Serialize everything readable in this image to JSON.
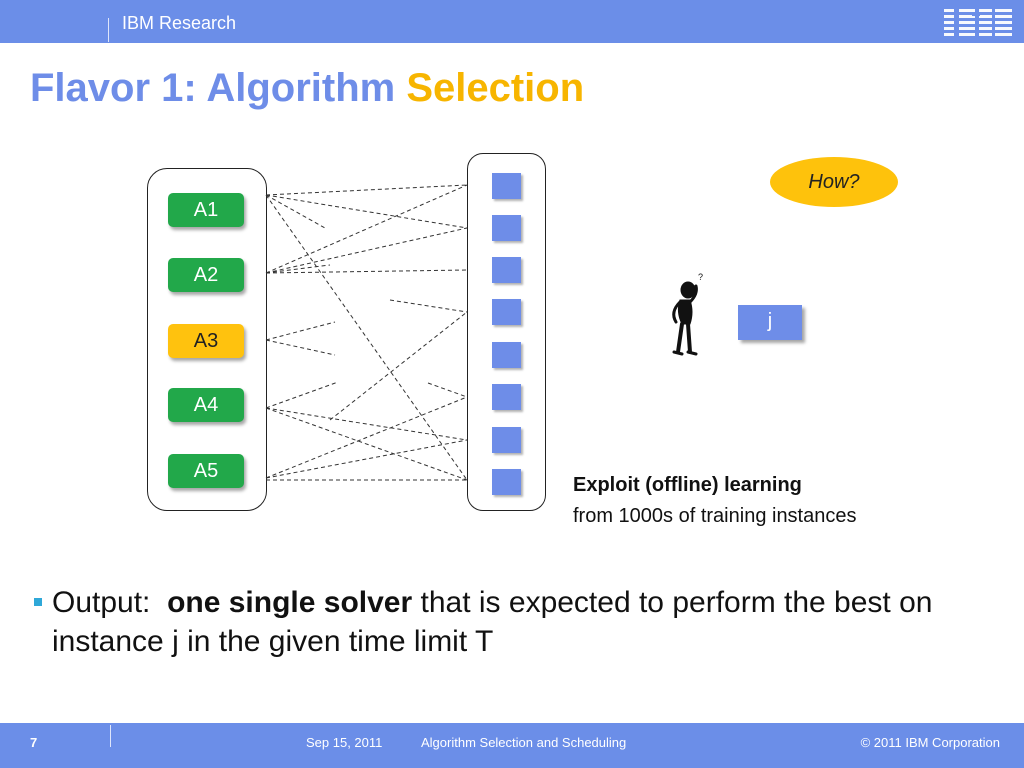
{
  "header": {
    "brand": "IBM Research",
    "logo_text": "IBM"
  },
  "title": {
    "main": "Flavor 1: Algorithm ",
    "highlight": "Selection"
  },
  "algorithms": [
    "A1",
    "A2",
    "A3",
    "A4",
    "A5"
  ],
  "how_bubble": "How?",
  "instance_label": "j",
  "note": {
    "line1": "Exploit (offline) learning",
    "line2": "from 1000s of training instances"
  },
  "bullet": {
    "prefix": "Output:  ",
    "bold": "one single solver",
    "suffix": " that is expected to perform the best on instance j in the given time limit T"
  },
  "footer": {
    "page": "7",
    "date": "Sep 15, 2011",
    "deck": "Algorithm Selection and Scheduling",
    "copyright": "© 2011 IBM Corporation"
  },
  "colors": {
    "bar": "#6b8ee8",
    "title_blue": "#6e8de8",
    "highlight": "#f7b500",
    "algo_green": "#22a84a",
    "algo_selected": "#ffc20e",
    "bullet": "#2fa8d8"
  }
}
